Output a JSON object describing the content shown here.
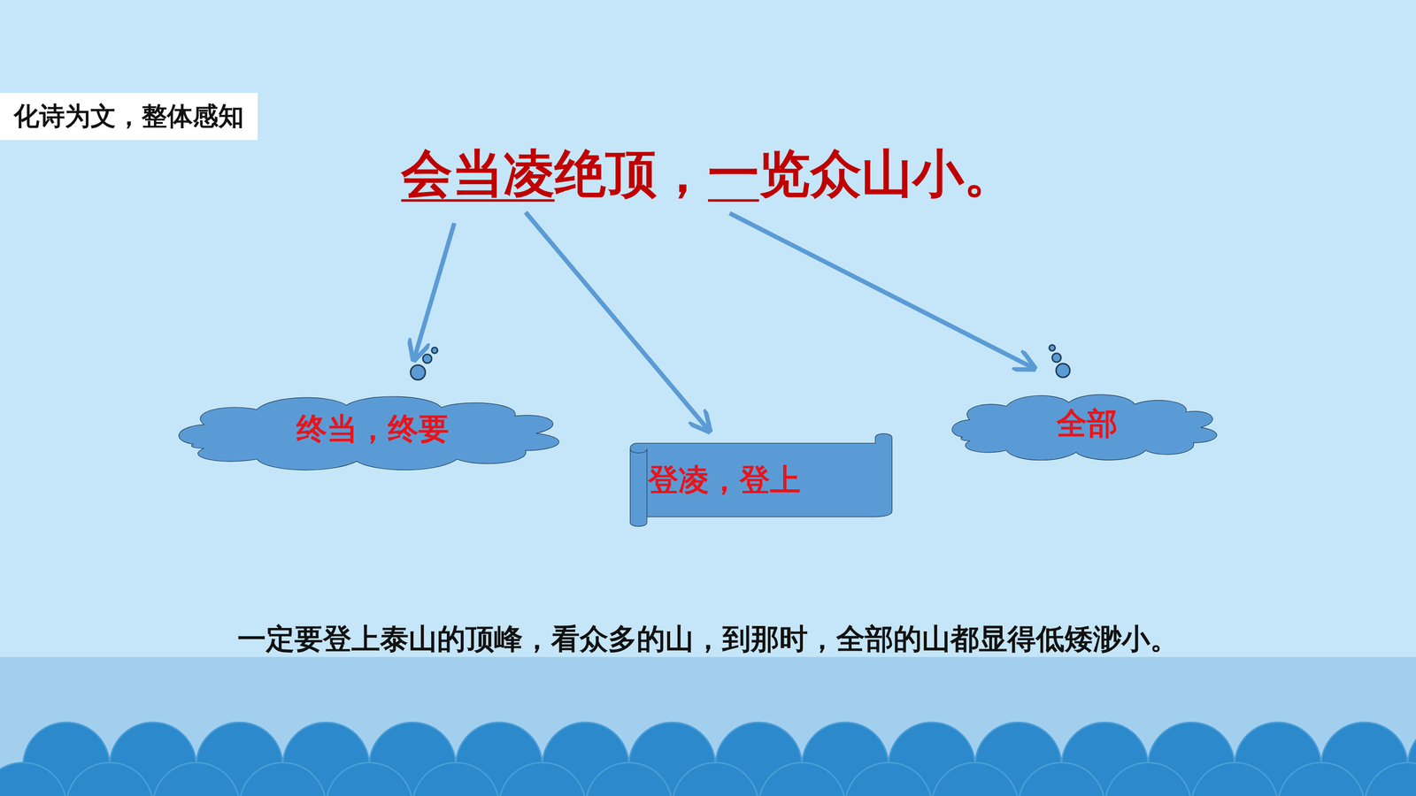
{
  "diagram": {
    "title": "会当凌绝顶，一览众山小。",
    "caption": "一定要登上泰山的顶峰，看众多的山，到那时，全部的山都显得低矮渺小。",
    "nodes": [
      {
        "text": [
          "终当，终要"
        ]
      },
      {
        "text": [
          "登凌，登上"
        ]
      },
      {
        "text": [
          "全部"
        ]
      }
    ],
    "labels": [
      "化诗为文，整体感知"
    ]
  }
}
